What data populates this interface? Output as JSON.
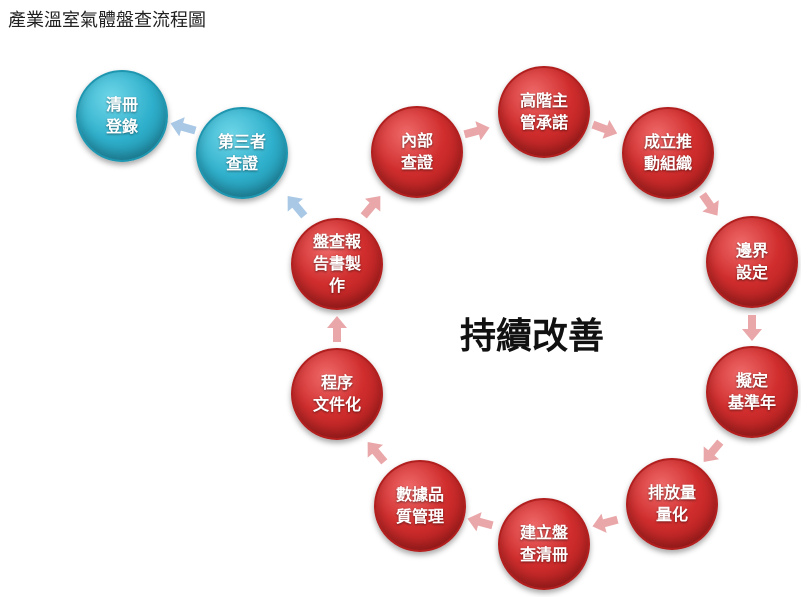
{
  "page_title": "產業溫室氣體盤查流程圖",
  "center_label": "持續改善",
  "colors": {
    "red_node": "#d12e2e",
    "blue_node": "#2fb0cc",
    "red_arrow": "#e9a7a9",
    "blue_arrow": "#a9c8e6"
  },
  "nodes": {
    "registration": [
      "清冊",
      "登錄"
    ],
    "third_party": [
      "第三者",
      "查證"
    ],
    "internal": [
      "內部",
      "查證"
    ],
    "top_mgmt": [
      "高階主",
      "管承諾"
    ],
    "organize": [
      "成立推",
      "動組織"
    ],
    "boundary": [
      "邊界",
      "設定"
    ],
    "base_year": [
      "擬定",
      "基準年"
    ],
    "quantify": [
      "排放量",
      "量化"
    ],
    "inventory": [
      "建立盤",
      "查清冊"
    ],
    "data_quality": [
      "數據品",
      "質管理"
    ],
    "documentation": [
      "程序",
      "文件化"
    ],
    "report": [
      "盤查報",
      "告書製",
      "作"
    ]
  }
}
